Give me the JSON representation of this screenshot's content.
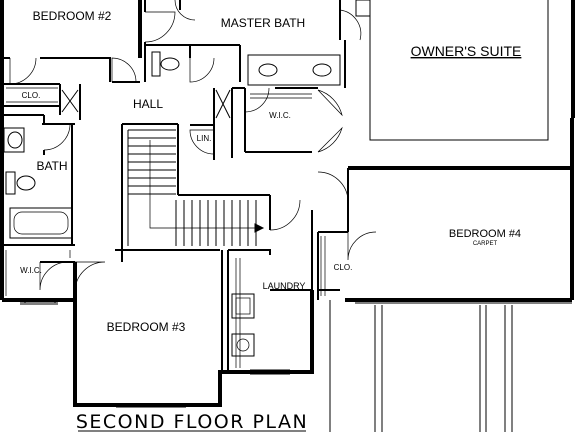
{
  "plan": {
    "title": "SECOND FLOOR PLAN",
    "rooms": {
      "bedroom2": "BEDROOM #2",
      "master_bath": "MASTER BATH",
      "owners_suite": "OWNER'S SUITE",
      "clo_left": "CLO.",
      "hall": "HALL",
      "wic_master": "W.I.C.",
      "lin": "LIN.",
      "bath": "BATH",
      "bedroom4": "BEDROOM #4",
      "bedroom4_note": "CARPET",
      "wic_left": "W.I.C.",
      "laundry": "LAUNDRY",
      "clo_right": "CLO.",
      "bedroom3": "BEDROOM #3"
    }
  }
}
